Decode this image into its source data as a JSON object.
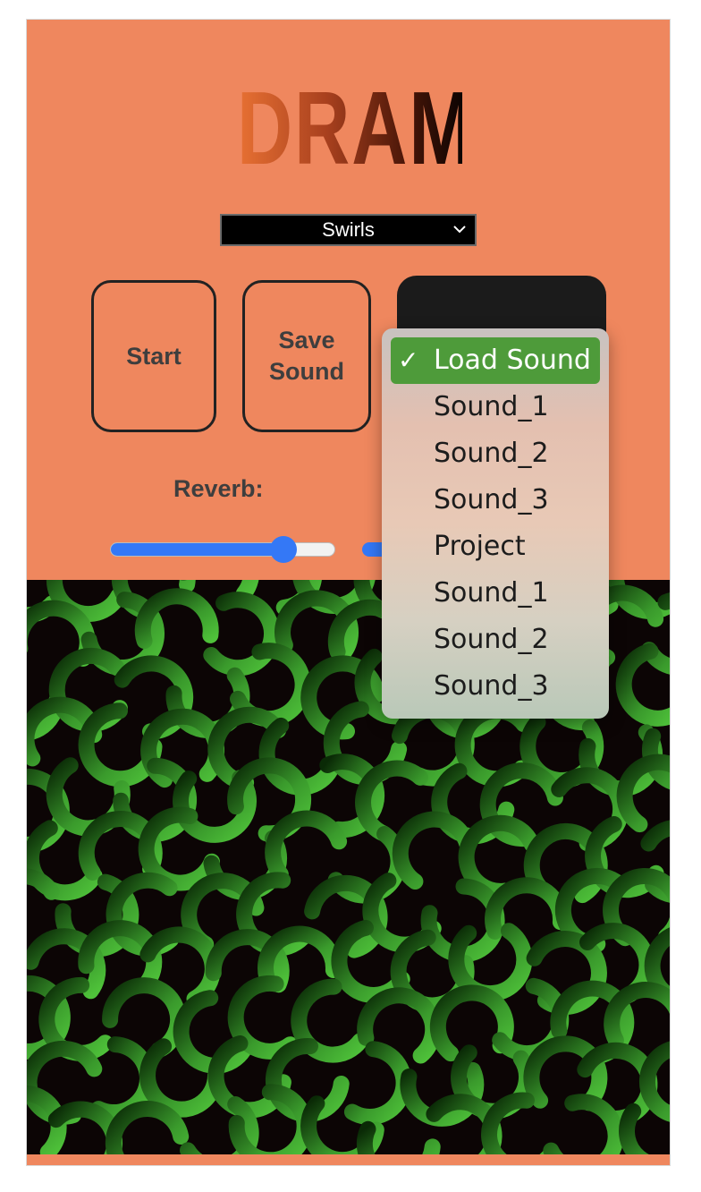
{
  "logo": {
    "text": "DRAMM"
  },
  "visual_select": {
    "value": "Swirls"
  },
  "buttons": {
    "start": "Start",
    "save_line1": "Save",
    "save_line2": "Sound"
  },
  "reverb": {
    "label": "Reverb:",
    "value_fraction": 0.77
  },
  "load_dropdown": {
    "check": "✓",
    "options": [
      "Load Sound",
      "Sound_1",
      "Sound_2",
      "Sound_3",
      "Project",
      "Sound_1",
      "Sound_2",
      "Sound_3"
    ],
    "selected_index": 0
  },
  "colors": {
    "background": "#ef875e",
    "canvas": "#0c0505",
    "swirl_green": "#4fc23a",
    "accent_blue": "#3478f6",
    "selected_option": "#4e9b3a"
  },
  "icons": [
    "chevron-down-icon",
    "checkmark-icon"
  ]
}
